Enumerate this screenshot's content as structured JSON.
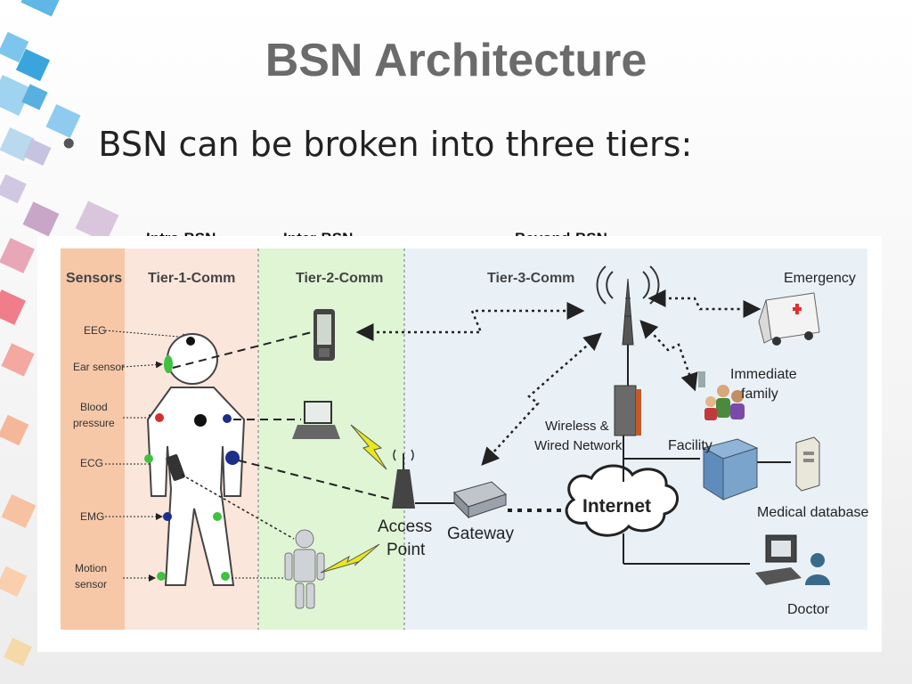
{
  "slide": {
    "title": "BSN Architecture",
    "bullet": "BSN can be broken into three tiers:"
  },
  "tiers": {
    "intra": "Intra-BSN",
    "inter": "Inter-BSN",
    "beyond": "Beyond-BSN"
  },
  "diagram": {
    "columns": {
      "sensors": "Sensors",
      "tier1": "Tier-1-Comm",
      "tier2": "Tier-2-Comm",
      "tier3": "Tier-3-Comm"
    },
    "sensor_labels": {
      "eeg": "EEG",
      "ear": "Ear sensor",
      "bp1": "Blood",
      "bp2": "pressure",
      "ecg": "ECG",
      "emg": "EMG",
      "motion1": "Motion",
      "motion2": "sensor"
    },
    "nodes": {
      "access1": "Access",
      "access2": "Point",
      "gateway": "Gateway",
      "internet": "Internet",
      "network1": "Wireless &",
      "network2": "Wired Network",
      "emergency": "Emergency",
      "family1": "Immediate",
      "family2": "family",
      "facility": "Facility",
      "database": "Medical database",
      "doctor": "Doctor"
    },
    "colors": {
      "sensors_bg": "#f6c8a8",
      "tier1_bg": "#fbe6dc",
      "tier2_bg": "#dff5d4",
      "tier3_bg": "#e8f0f6"
    }
  }
}
